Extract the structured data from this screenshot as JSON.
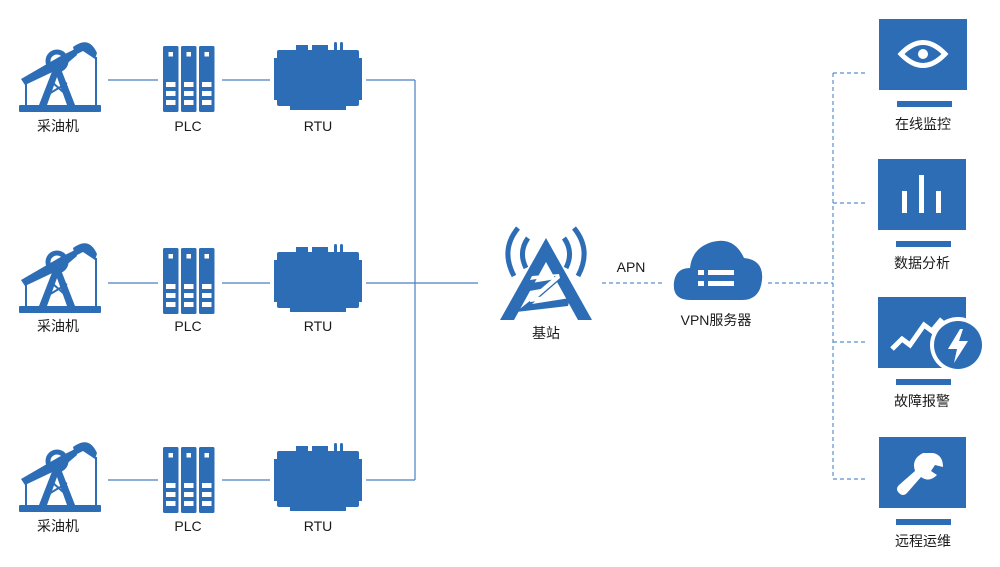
{
  "diagram": {
    "colors": {
      "primary": "#2d6db5",
      "line": "#4a7fc1",
      "dashed": "#5b8fd0",
      "text": "#1a1a1a"
    },
    "rows": [
      {
        "pump_label": "采油机",
        "plc_label": "PLC",
        "rtu_label": "RTU"
      },
      {
        "pump_label": "采油机",
        "plc_label": "PLC",
        "rtu_label": "RTU"
      },
      {
        "pump_label": "采油机",
        "plc_label": "PLC",
        "rtu_label": "RTU"
      }
    ],
    "base_station": {
      "label": "基站",
      "icon": "cell-tower-icon"
    },
    "link": {
      "label": "APN"
    },
    "vpn_server": {
      "label": "VPN服务器",
      "icon": "cloud-server-icon"
    },
    "services": [
      {
        "label": "在线监控",
        "icon": "eye-icon"
      },
      {
        "label": "数据分析",
        "icon": "bar-chart-icon"
      },
      {
        "label": "故障报警",
        "icon": "alarm-lightning-icon"
      },
      {
        "label": "远程运维",
        "icon": "wrench-icon"
      }
    ]
  }
}
